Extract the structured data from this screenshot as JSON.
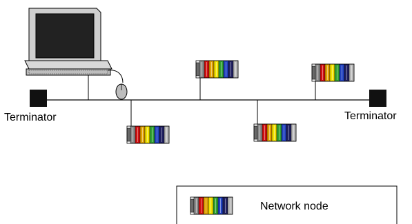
{
  "labels": {
    "terminator_left": "Terminator",
    "terminator_right": "Terminator",
    "legend_node": "Network node"
  },
  "node_colors": [
    "#8a8a8a",
    "#d01010",
    "#e0a000",
    "#f0e000",
    "#30a030",
    "#2040c0",
    "#202060",
    "#b8b8b8"
  ],
  "colors": {
    "line": "#000000",
    "terminator": "#111111",
    "monitor_screen": "#222222",
    "computer_body": "#bfbfbf"
  }
}
